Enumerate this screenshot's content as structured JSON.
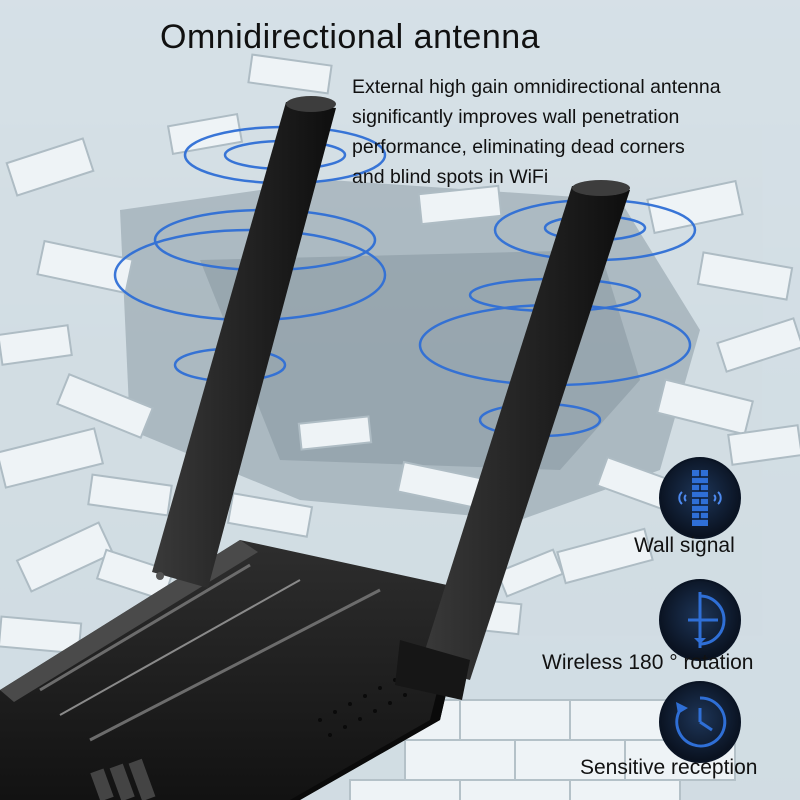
{
  "title": "Omnidirectional antenna",
  "description_lines": [
    "External high gain omnidirectional antenna",
    "significantly improves wall penetration",
    "performance, eliminating dead corners",
    "and blind spots in WiFi"
  ],
  "features": [
    {
      "label": "Wall signal",
      "icon": "wall-signal-icon"
    },
    {
      "label": "Wireless 180 ° rotation",
      "icon": "rotation-icon"
    },
    {
      "label": "Sensitive reception",
      "icon": "clock-reception-icon"
    }
  ],
  "colors": {
    "accent_blue": "#2f6fd6",
    "icon_bg": "#0d1a2e",
    "antenna": "#232323",
    "router_body": "#1c1c1c"
  }
}
